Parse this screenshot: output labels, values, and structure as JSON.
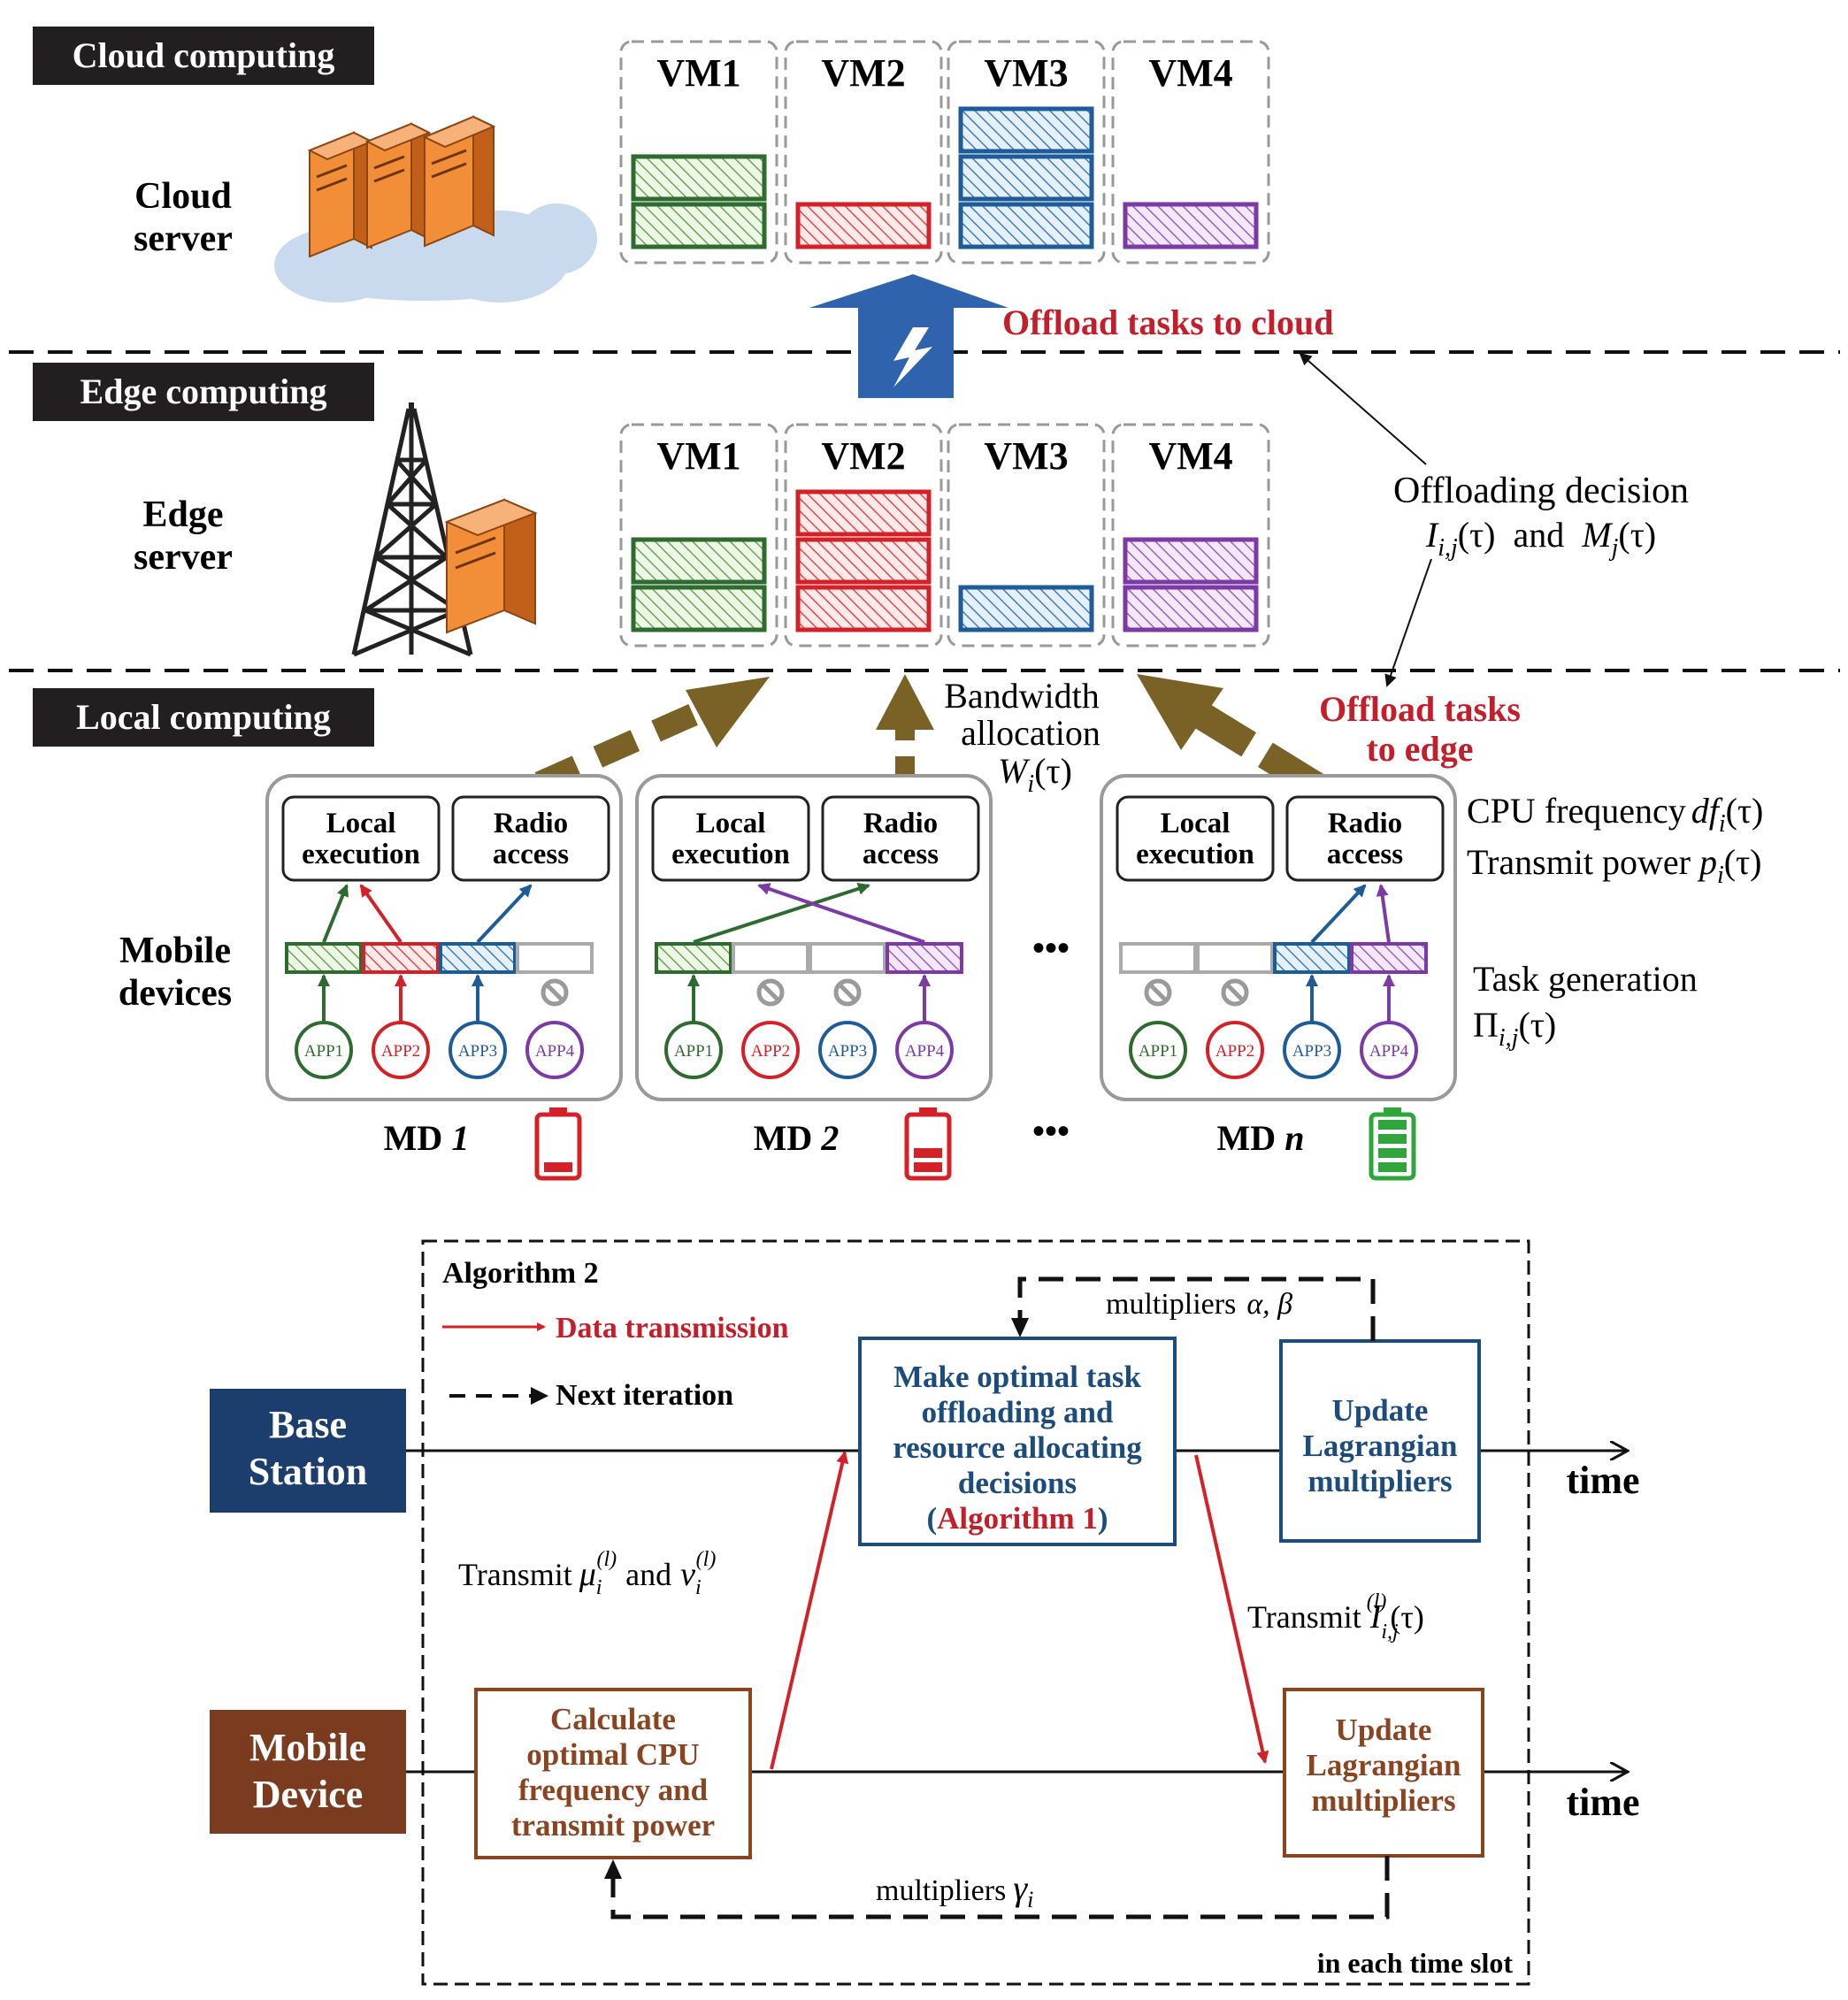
{
  "colors": {
    "green": "#2e6b2e",
    "red": "#d42027",
    "blue": "#1e5c99",
    "purple": "#7b3aa6",
    "offload_text": "#c41e2a",
    "olive_arrow": "#7a6226",
    "upload_arrow": "#2f63ad",
    "station_box": "#1b3e6e",
    "device_box": "#7a3b1e",
    "algo_blue": "#1c4c7c",
    "algo_brown": "#8a4420",
    "server_orange": "#e07b28",
    "battery_green": "#2ea63c"
  },
  "layers": {
    "cloud_label": "Cloud computing",
    "edge_label": "Edge computing",
    "local_label": "Local computing"
  },
  "cloud": {
    "server_label_1": "Cloud",
    "server_label_2": "server",
    "vms": [
      {
        "label": "VM1",
        "color": "green",
        "tasks": 2
      },
      {
        "label": "VM2",
        "color": "red",
        "tasks": 1
      },
      {
        "label": "VM3",
        "color": "blue",
        "tasks": 3
      },
      {
        "label": "VM4",
        "color": "purple",
        "tasks": 1
      }
    ],
    "offload_label": "Offload tasks to cloud"
  },
  "edge": {
    "server_label_1": "Edge",
    "server_label_2": "server",
    "vms": [
      {
        "label": "VM1",
        "color": "green",
        "tasks": 2
      },
      {
        "label": "VM2",
        "color": "red",
        "tasks": 3
      },
      {
        "label": "VM3",
        "color": "blue",
        "tasks": 1
      },
      {
        "label": "VM4",
        "color": "purple",
        "tasks": 2
      }
    ],
    "decision_label": "Offloading decision",
    "decision_formula_1": "I",
    "decision_formula_1_sub": "i,j",
    "decision_formula_tau": "(τ)",
    "decision_and": "and",
    "decision_formula_2": "M",
    "decision_formula_2_sub": "j"
  },
  "local": {
    "bandwidth_1": "Bandwidth",
    "bandwidth_2": "allocation",
    "bandwidth_formula": "W",
    "bandwidth_sub": "i",
    "bandwidth_tau": "(τ)",
    "offload_edge_1": "Offload tasks",
    "offload_edge_2": "to edge",
    "cpu_label": "CPU frequency",
    "cpu_formula": "df",
    "cpu_sub": "i",
    "power_label": "Transmit power",
    "power_formula": "p",
    "power_sub": "i",
    "tau": "(τ)",
    "task_gen": "Task generation",
    "task_formula": "Π",
    "task_sub": "i,j",
    "mobile_1": "Mobile",
    "mobile_2": "devices",
    "local_exec_1": "Local",
    "local_exec_2": "execution",
    "radio_1": "Radio",
    "radio_2": "access",
    "apps": [
      "APP1",
      "APP2",
      "APP3",
      "APP4"
    ],
    "ellipsis": "•••",
    "devices": [
      {
        "name": "MD",
        "index": "1",
        "battery": "low"
      },
      {
        "name": "MD",
        "index": "2",
        "battery": "medium"
      },
      {
        "name": "MD",
        "index": "n",
        "battery": "full"
      }
    ]
  },
  "algorithm": {
    "title": "Algorithm 2",
    "legend_data": "Data transmission",
    "legend_next": "Next iteration",
    "base_station_1": "Base",
    "base_station_2": "Station",
    "mobile_device_1": "Mobile",
    "mobile_device_2": "Device",
    "decision_box": [
      "Make optimal task",
      "offloading and",
      "resource allocating",
      "decisions"
    ],
    "decision_box_open": "(",
    "decision_box_algo": "Algorithm 1",
    "decision_box_close": ")",
    "update_bs": [
      "Update",
      "Lagrangian",
      "multipliers"
    ],
    "update_md": [
      "Update",
      "Lagrangian",
      "multipliers"
    ],
    "calc_box": [
      "Calculate",
      "optimal CPU",
      "frequency and",
      "transmit power"
    ],
    "multipliers_ab": "multipliers",
    "ab_formula": "α, β",
    "multipliers_g": "multipliers",
    "g_formula": "γ",
    "g_sub": "i",
    "transmit_mu_1": "Transmit",
    "mu": "μ",
    "and": "and",
    "nu": "ν",
    "sup_l": "(l)",
    "sub_i": "i",
    "transmit_I": "Transmit",
    "I_letter": "I",
    "I_sub": "i,j",
    "I_tau": "(τ)",
    "time_1": "time",
    "time_2": "time",
    "footer": "in each time slot"
  }
}
